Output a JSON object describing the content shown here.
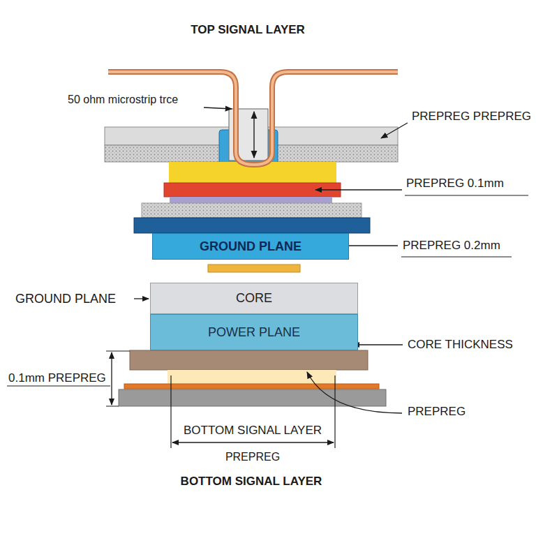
{
  "diagram": {
    "title": "TOP SIGNAL LAYER",
    "caption": "BOTTOM SIGNAL LAYER",
    "nodes": [
      {
        "text": [
          "GROUND PLANE"
        ]
      },
      {
        "text": [
          "CORE"
        ]
      },
      {
        "text": [
          "POWER PLANE"
        ]
      }
    ],
    "labels": [
      "50 ohm microstrip trce",
      "PREPREG PREPREG",
      "PREPREG 0.1mm",
      "PREPREG 0.2mm",
      "GROUND PLANE",
      "CORE THICKNESS",
      "0.1mm PREPREG",
      "PREPREG",
      "BOTTOM SIGNAL LAYER",
      "PREPREG"
    ]
  }
}
